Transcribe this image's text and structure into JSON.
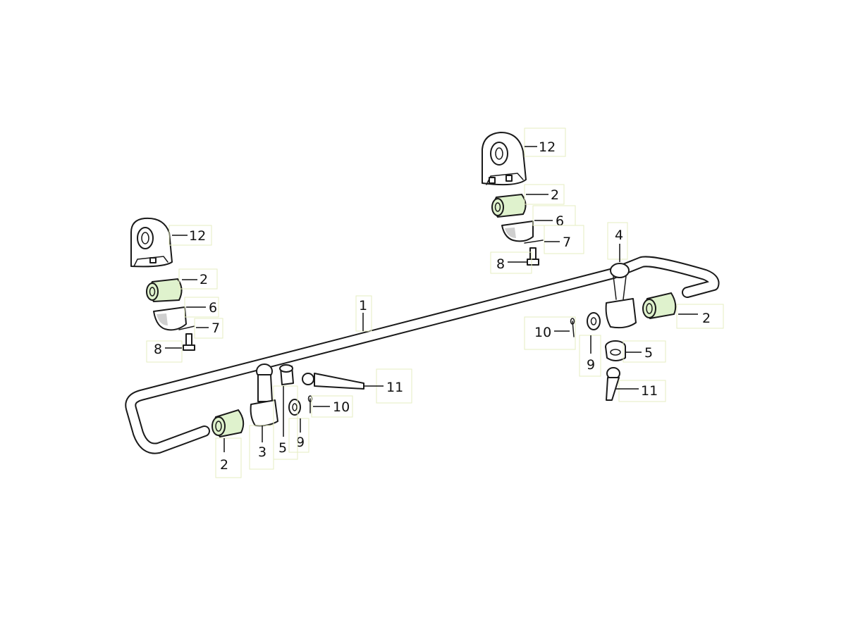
{
  "callouts": {
    "bar": "1",
    "bush_left": "2",
    "bush_clamp_left": "2",
    "bush_clamp_right": "2",
    "bush_right": "2",
    "link_left": "3",
    "link_right": "4",
    "bushing_left": "5",
    "bushing_right": "5",
    "clamp_left": "6",
    "clamp_right": "6",
    "washer_left": "7",
    "washer_right": "7",
    "bolt_left": "8",
    "bolt_right": "8",
    "disc_left": "9",
    "disc_right": "9",
    "pin_left": "10",
    "pin_right": "10",
    "stud_left": "11",
    "stud_right": "11",
    "bracket_left": "12",
    "bracket_right": "12"
  },
  "colors": {
    "highlight_fill": "#dff2cd",
    "highlight_stroke": "#3aa037",
    "hotspot_border": "#e6edc2"
  }
}
